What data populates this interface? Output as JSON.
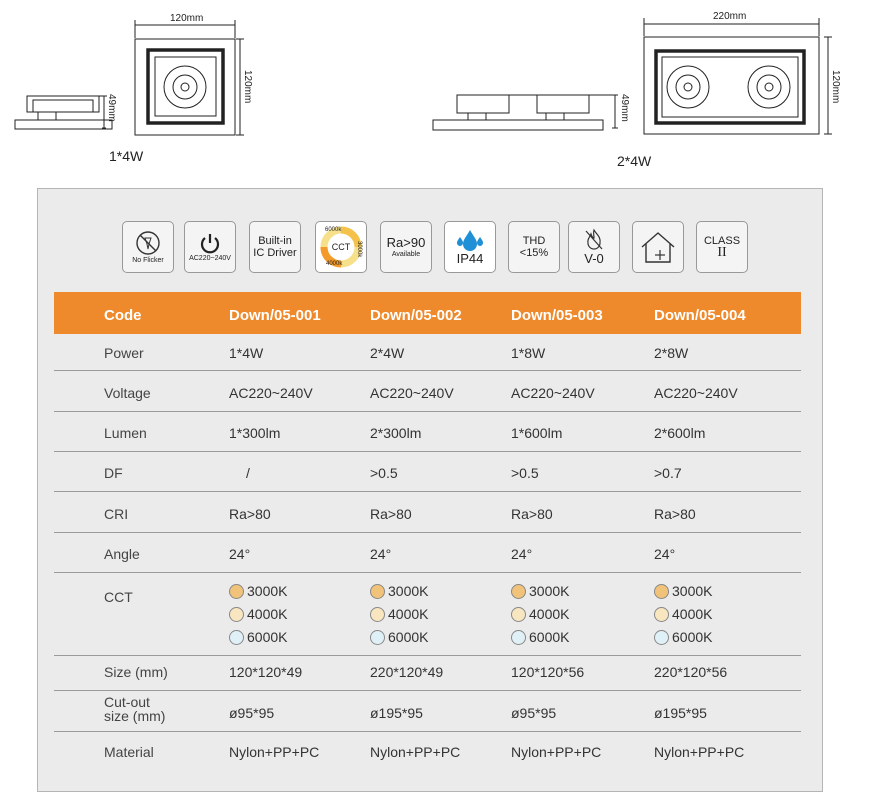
{
  "drawings": {
    "left": {
      "width_label": "120mm",
      "height_label": "120mm",
      "depth_label": "49mm",
      "caption": "1*4W"
    },
    "right": {
      "width_label": "220mm",
      "height_label": "120mm",
      "depth_label": "49mm",
      "caption": "2*4W"
    }
  },
  "badges": {
    "no_flicker": "No Flicker",
    "ac": "AC220~240V",
    "driver_1": "Built-in",
    "driver_2": "IC Driver",
    "cct_center": "CCT",
    "cct_6000": "6000k",
    "cct_3000": "3000k",
    "cct_4000": "4000k",
    "ra": "Ra>90",
    "ra_sub": "Available",
    "ip": "IP44",
    "thd_1": "THD",
    "thd_2": "<15%",
    "v0": "V-0",
    "class_1": "CLASS",
    "class_2": "II"
  },
  "colors": {
    "header": "#ef8a2c",
    "warm": "#f0c27a",
    "neutral": "#f7e6c0",
    "cool": "#dff0f7"
  },
  "table": {
    "code_label": "Code",
    "codes": [
      "Down/05-001",
      "Down/05-002",
      "Down/05-003",
      "Down/05-004"
    ],
    "rows": [
      {
        "label": "Power",
        "values": [
          "1*4W",
          "2*4W",
          "1*8W",
          "2*8W"
        ]
      },
      {
        "label": "Voltage",
        "values": [
          "AC220~240V",
          "AC220~240V",
          "AC220~240V",
          "AC220~240V"
        ]
      },
      {
        "label": "Lumen",
        "values": [
          "1*300lm",
          "2*300lm",
          "1*600lm",
          "2*600lm"
        ]
      },
      {
        "label": "DF",
        "values": [
          "/",
          ">0.5",
          ">0.5",
          ">0.7"
        ]
      },
      {
        "label": "CRI",
        "values": [
          "Ra>80",
          "Ra>80",
          "Ra>80",
          "Ra>80"
        ]
      },
      {
        "label": "Angle",
        "values": [
          "24°",
          "24°",
          "24°",
          "24°"
        ]
      }
    ],
    "cct_label": "CCT",
    "cct_values": [
      "3000K",
      "4000K",
      "6000K"
    ],
    "size_label": "Size (mm)",
    "sizes": [
      "120*120*49",
      "220*120*49",
      "120*120*56",
      "220*120*56"
    ],
    "cutout_label_1": "Cut-out",
    "cutout_label_2": "size (mm)",
    "cutouts": [
      "ø95*95",
      "ø195*95",
      "ø95*95",
      "ø195*95"
    ],
    "material_label": "Material",
    "materials": [
      "Nylon+PP+PC",
      "Nylon+PP+PC",
      "Nylon+PP+PC",
      "Nylon+PP+PC"
    ]
  }
}
